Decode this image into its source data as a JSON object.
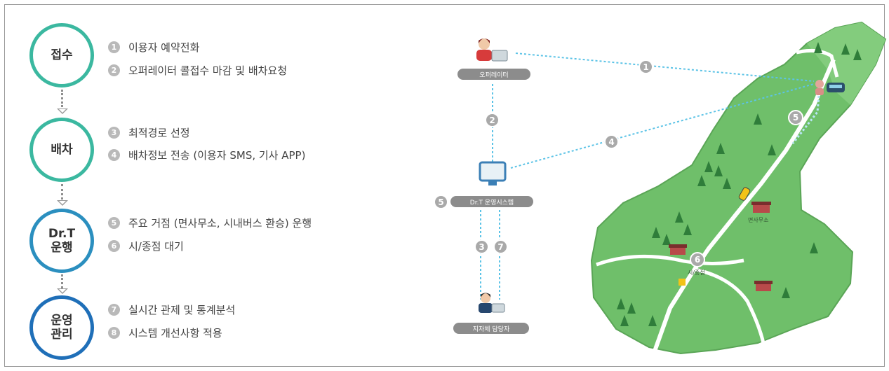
{
  "stages": [
    {
      "lines": [
        "접수"
      ],
      "color": "#3bb8a0"
    },
    {
      "lines": [
        "배차"
      ],
      "color": "#3bb8a0"
    },
    {
      "lines": [
        "Dr.T",
        "운행"
      ],
      "color": "#2b8fbf"
    },
    {
      "lines": [
        "운영",
        "관리"
      ],
      "color": "#1f6fb8"
    }
  ],
  "steps": [
    {
      "num": "1",
      "text": "이용자 예약전화"
    },
    {
      "num": "2",
      "text": "오퍼레이터 콜접수 마감 및 배차요청"
    },
    {
      "num": "3",
      "text": "최적경로 선정"
    },
    {
      "num": "4",
      "text": "배차정보 전송 (이용자 SMS, 기사 APP)"
    },
    {
      "num": "5",
      "text": "주요 거점 (면사무소, 시내버스 환승) 운행"
    },
    {
      "num": "6",
      "text": "시/종점 대기"
    },
    {
      "num": "7",
      "text": "실시간 관제 및 통계분석"
    },
    {
      "num": "8",
      "text": "시스템 개선사항 적용"
    }
  ],
  "network": {
    "operator_label": "오퍼레이터",
    "system_label": "Dr.T 운영시스템",
    "manager_label": "지자체 담당자",
    "system_badge": "5",
    "badges": [
      "1",
      "2",
      "3",
      "4",
      "5",
      "6",
      "7"
    ]
  },
  "map": {
    "office_label": "면사무소",
    "terminal_label": "시/종점",
    "terminal_badge": "6",
    "pickup_badge": "5"
  }
}
